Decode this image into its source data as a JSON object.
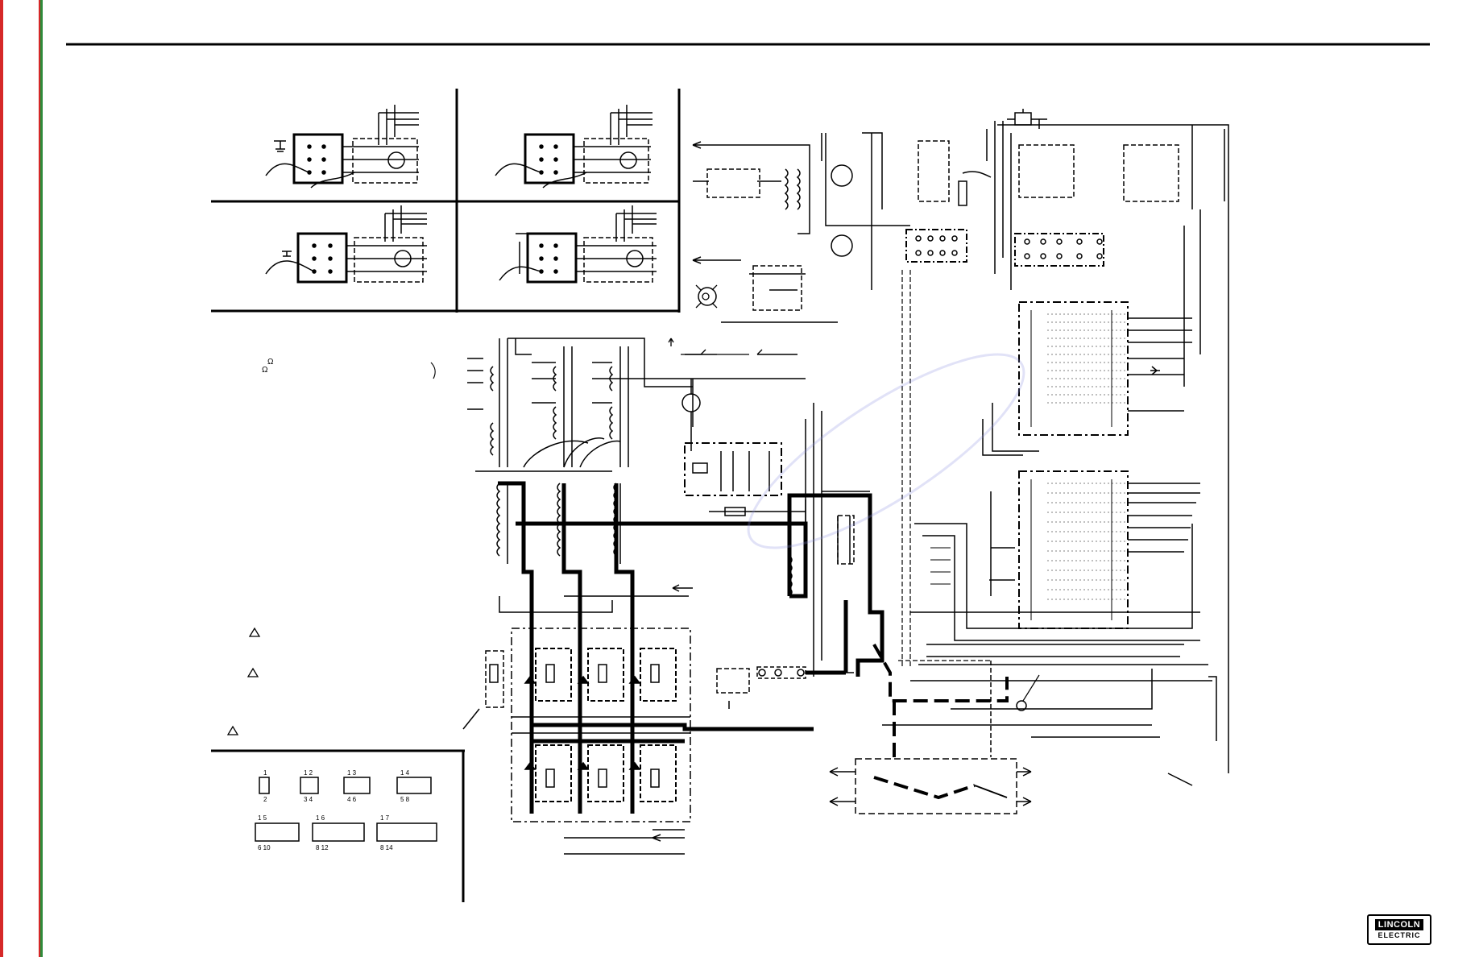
{
  "page": {
    "edge_colors": {
      "red": "#d62828",
      "green": "#2e8b3a"
    }
  },
  "brand": {
    "logo_top": "LINCOLN",
    "logo_bottom": "ELECTRIC"
  },
  "pin_legend": {
    "p2": [
      "1",
      "2"
    ],
    "p4": [
      "1 2",
      "3 4"
    ],
    "p6": [
      "1 3",
      "4 6"
    ],
    "p8": [
      "1 4",
      "5 8"
    ],
    "p10": [
      "1 5",
      "6 10"
    ],
    "p12": [
      "1 6",
      "8 12"
    ],
    "p14": [
      "1 7",
      "8 14"
    ]
  },
  "symbols": {
    "ohm": "Ω",
    "delta": "△"
  }
}
